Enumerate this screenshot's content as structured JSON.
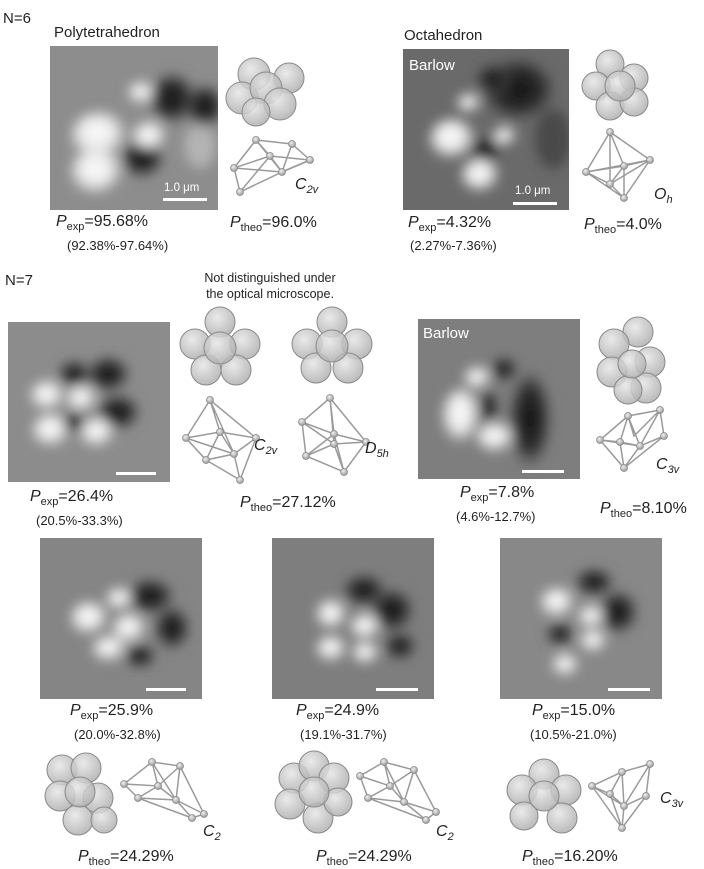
{
  "groups": {
    "n6": "N=6",
    "n7": "N=7"
  },
  "row1": {
    "left": {
      "title": "Polytetrahedron",
      "scale": "1.0 μm",
      "p_exp": "95.68%",
      "p_exp_ci": "(92.38%-97.64%)",
      "p_theo": "96.0%",
      "symmetry": "C",
      "symmetry_sub": "2v"
    },
    "right": {
      "title": "Octahedron",
      "image_label": "Barlow",
      "scale": "1.0 μm",
      "p_exp": "4.32%",
      "p_exp_ci": "(2.27%-7.36%)",
      "p_theo": "4.0%",
      "symmetry": "O",
      "symmetry_sub": "h"
    }
  },
  "row2": {
    "note_line1": "Not distinguished under",
    "note_line2": "the optical microscope.",
    "left": {
      "p_exp": "26.4%",
      "p_exp_ci": "(20.5%-33.3%)",
      "p_theo": "27.12%",
      "symmetry_a": "C",
      "symmetry_a_sub": "2v",
      "symmetry_b": "D",
      "symmetry_b_sub": "5h"
    },
    "right": {
      "image_label": "Barlow",
      "p_exp": "7.8%",
      "p_exp_ci": "(4.6%-12.7%)",
      "p_theo": "8.10%",
      "symmetry": "C",
      "symmetry_sub": "3v"
    }
  },
  "row3": [
    {
      "p_exp": "25.9%",
      "p_exp_ci": "(20.0%-32.8%)",
      "p_theo": "24.29%",
      "symmetry": "C",
      "symmetry_sub": "2"
    },
    {
      "p_exp": "24.9%",
      "p_exp_ci": "(19.1%-31.7%)",
      "p_theo": "24.29%",
      "symmetry": "C",
      "symmetry_sub": "2"
    },
    {
      "p_exp": "15.0%",
      "p_exp_ci": "(10.5%-21.0%)",
      "p_theo": "16.20%",
      "symmetry": "C",
      "symmetry_sub": "3v"
    }
  ],
  "symbols": {
    "p": "P",
    "exp": "exp",
    "theo": "theo",
    "eq": "="
  },
  "colors": {
    "micrograph_background": "#8a8a8a",
    "sphere_fill": "#c8c8c8",
    "wireframe": "#9a9a9a",
    "text": "#231f20"
  }
}
